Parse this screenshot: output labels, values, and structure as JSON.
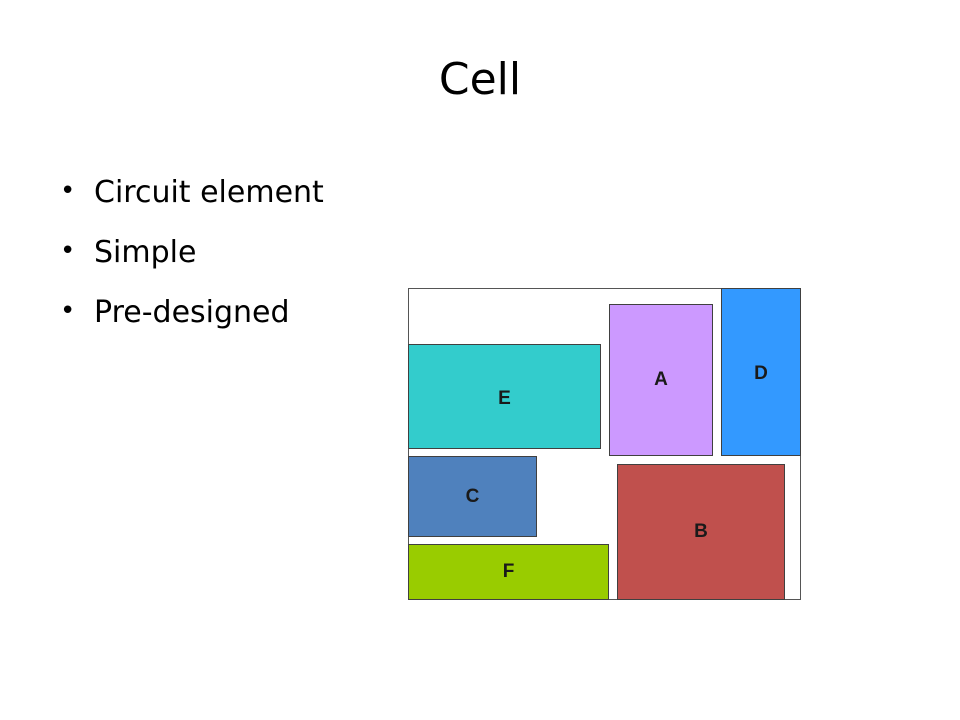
{
  "slide": {
    "title": "Cell",
    "bullets": [
      "Circuit element",
      "Simple",
      "Pre-designed"
    ]
  },
  "cell": {
    "blocks": [
      {
        "id": "E",
        "label": "E",
        "color": "#33cccc"
      },
      {
        "id": "A",
        "label": "A",
        "color": "#cc99ff"
      },
      {
        "id": "D",
        "label": "D",
        "color": "#3399ff"
      },
      {
        "id": "C",
        "label": "C",
        "color": "#4f81bd"
      },
      {
        "id": "B",
        "label": "B",
        "color": "#c0504d"
      },
      {
        "id": "F",
        "label": "F",
        "color": "#99cc00"
      }
    ]
  }
}
